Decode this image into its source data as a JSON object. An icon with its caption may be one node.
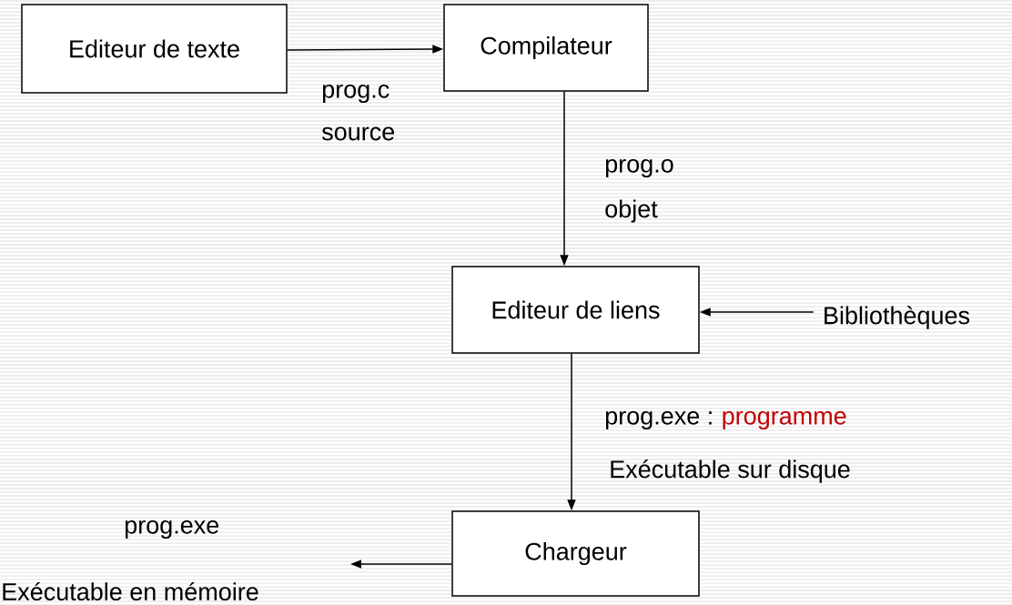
{
  "diagram": {
    "nodes": [
      {
        "text": [
          "Editeur de texte"
        ]
      },
      {
        "text": [
          "Compilateur"
        ]
      },
      {
        "text": [
          "Editeur de liens"
        ]
      },
      {
        "text": [
          "Bibliothèques"
        ]
      },
      {
        "text": [
          "Chargeur"
        ]
      }
    ],
    "edges": [
      {
        "from": 0,
        "to": 1,
        "arrow": "to"
      },
      {
        "from": 1,
        "to": 2,
        "arrow": "to"
      },
      {
        "from": 3,
        "to": 2,
        "arrow": "to"
      },
      {
        "from": 2,
        "to": 4,
        "arrow": "to"
      },
      {
        "from": 4,
        "to": null,
        "arrow": "to"
      }
    ],
    "labels": [
      "prog.c",
      "source",
      "prog.o",
      "objet",
      "prog.exe :",
      "programme",
      "Exécutable sur disque",
      "prog.exe",
      "Exécutable en mémoire"
    ]
  }
}
